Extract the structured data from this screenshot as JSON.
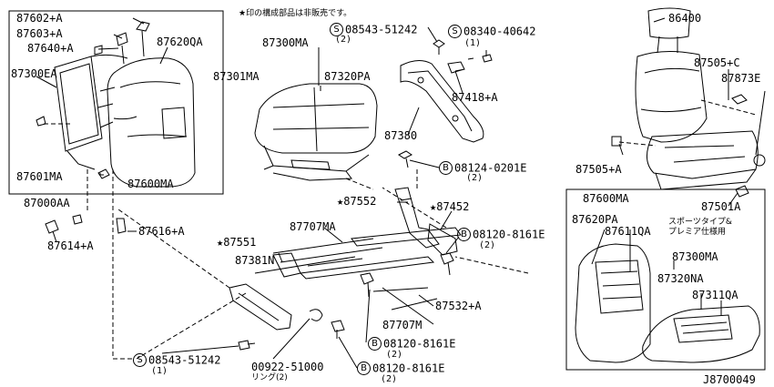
{
  "note": "★印の構成部品は非販売です。",
  "diagram_id": "J8700049",
  "parts": {
    "p87602": "87602+A",
    "p87603": "87603+A",
    "p87640": "87640+A",
    "p87620QA": "87620QA",
    "p87300EA": "87300EA",
    "p87601MA": "87601MA",
    "p87600MA_left": "87600MA",
    "p87000AA": "87000AA",
    "p87614": "87614+A",
    "p87616": "87616+A",
    "p08543_top": "08543-51242",
    "p08543_top_qty": "(2)",
    "p87300MA": "87300MA",
    "p87301MA": "87301MA",
    "p87320PA": "87320PA",
    "p08340": "08340-40642",
    "p08340_qty": "(1)",
    "p87418": "87418+A",
    "p87380": "87380",
    "p08124": "08124-0201E",
    "p08124_qty": "(2)",
    "p87552": "87552",
    "p87452": "87452",
    "p08120_right": "08120-8161E",
    "p08120_right_qty": "(2)",
    "p87707MA": "87707MA",
    "p87551": "87551",
    "p87381N": "87381N",
    "p87532": "87532+A",
    "p87707M": "87707M",
    "p08120_mid": "08120-8161E",
    "p08120_mid_qty": "(2)",
    "p08120_bot": "08120-8161E",
    "p08120_bot_qty": "(2)",
    "p08543_bot": "08543-51242",
    "p08543_bot_qty": "(1)",
    "p00922": "00922-51000",
    "p00922_sub": "リング(2)",
    "p86400": "86400",
    "p87505C": "87505+C",
    "p87873E": "87873E",
    "p87505A": "87505+A",
    "p87501A": "87501A",
    "p87600MA_inset": "87600MA",
    "p87620PA": "87620PA",
    "p87611QA": "87611QA",
    "sport_note1": "スポーツタイプ&",
    "sport_note2": "プレミア仕様用",
    "p87300MA_inset": "87300MA",
    "p87320NA": "87320NA",
    "p87311QA": "87311QA"
  },
  "markers": {
    "star": "★",
    "s": "S",
    "b": "B"
  }
}
